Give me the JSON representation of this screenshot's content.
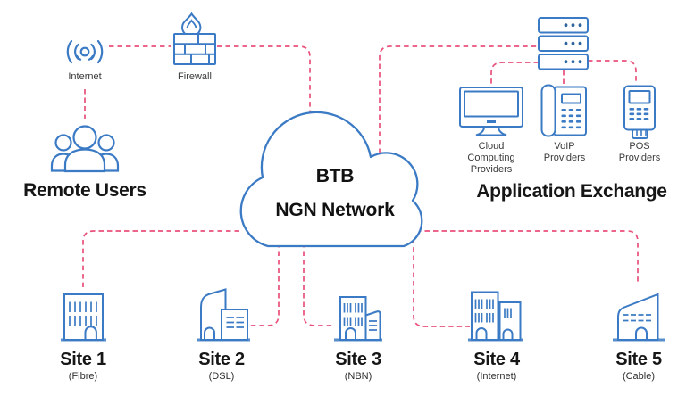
{
  "colors": {
    "icon_blue": "#3B7AC4",
    "link_pink": "#E9517B",
    "title_dark": "#161616",
    "label_gray": "#3a3a3a",
    "background": "#ffffff"
  },
  "internet_label": "Internet",
  "firewall_label": "Firewall",
  "remote_users_label": "Remote Users",
  "cloud": {
    "line1": "BTB",
    "line2": "NGN Network"
  },
  "application_exchange": {
    "title": "Application Exchange",
    "providers": [
      {
        "label": "Cloud Computing Providers",
        "icon": "monitor-icon"
      },
      {
        "label": "VoIP Providers",
        "icon": "desk-phone-icon"
      },
      {
        "label": "POS Providers",
        "icon": "pos-terminal-icon"
      }
    ]
  },
  "sites": [
    {
      "name": "Site 1",
      "connection": "(Fibre)"
    },
    {
      "name": "Site 2",
      "connection": "(DSL)"
    },
    {
      "name": "Site 3",
      "connection": "(NBN)"
    },
    {
      "name": "Site 4",
      "connection": "(Internet)"
    },
    {
      "name": "Site 5",
      "connection": "(Cable)"
    }
  ]
}
